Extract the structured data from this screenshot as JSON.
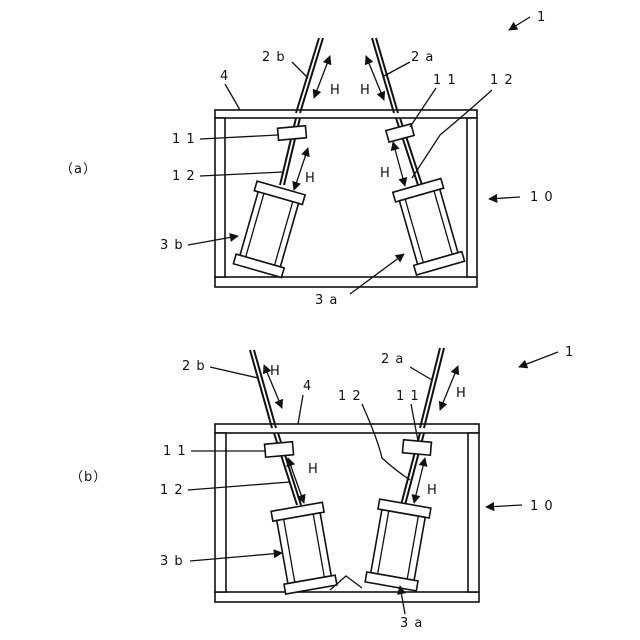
{
  "figure_number": "1",
  "panels": [
    {
      "id": "a",
      "label": "（a）",
      "refs": {
        "fig": "1",
        "frame": "1 0",
        "rod_right": "2 a",
        "rod_left": "2 b",
        "base_plate": "4",
        "collar_left": "1 1",
        "collar_right": "1 1",
        "shaft_left": "1 2",
        "shaft_right": "1 2",
        "cyl_left": "3 b",
        "cyl_right": "3 a",
        "h1": "H",
        "h2": "H",
        "h3": "H",
        "h4": "H"
      }
    },
    {
      "id": "b",
      "label": "（b）",
      "refs": {
        "fig": "1",
        "frame": "1 0",
        "rod_right": "2 a",
        "rod_left": "2 b",
        "base_plate": "4",
        "collar_left": "1 1",
        "collar_right": "1 1",
        "shaft_left": "1 2",
        "shaft_right": "1 2",
        "cyl_left": "3 b",
        "cyl_right": "3 a",
        "h1": "H",
        "h2": "H",
        "h3": "H",
        "h4": "H"
      }
    }
  ]
}
